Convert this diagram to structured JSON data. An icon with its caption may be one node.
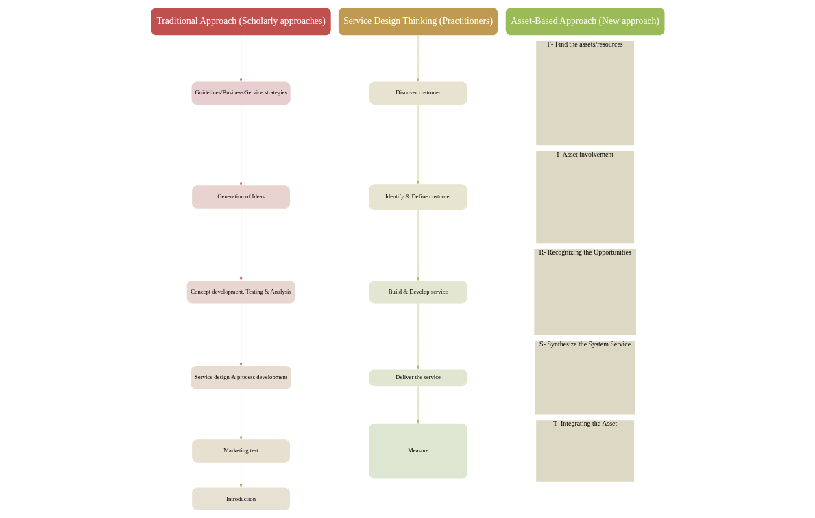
{
  "diagram": {
    "nodes": [
      {
        "text": [
          "Traditional Approach (Scholarly approaches)"
        ]
      },
      {
        "text": [
          "Guidelines/Business/Service strategies"
        ]
      },
      {
        "text": [
          "Generation of Ideas"
        ]
      },
      {
        "text": [
          "Concept development, Testing & Analysis"
        ]
      },
      {
        "text": [
          "Service design & process development"
        ]
      },
      {
        "text": [
          "Marketing test"
        ]
      },
      {
        "text": [
          "Introduction"
        ]
      },
      {
        "text": [
          "Service Design Thinking (Practitioners)"
        ]
      },
      {
        "text": [
          "Discover customer"
        ]
      },
      {
        "text": [
          "Identify & Define customer"
        ]
      },
      {
        "text": [
          "Build & Develop service"
        ]
      },
      {
        "text": [
          "Deliver the service"
        ]
      },
      {
        "text": [
          "Measure"
        ]
      },
      {
        "text": [
          "Asset-Based Approach (New approach)"
        ]
      },
      {
        "text": [
          "F- Find the assets/resources"
        ]
      },
      {
        "text": [
          "I- Asset involvement"
        ]
      },
      {
        "text": [
          "R- Recognizing the Opportunities"
        ]
      },
      {
        "text": [
          "S- Synthesize the System Service"
        ]
      },
      {
        "text": [
          "T- Integrating the Asset"
        ]
      }
    ],
    "edges": [
      {
        "from": 0,
        "to": 1,
        "arrow": "to",
        "color": "#c0504d"
      },
      {
        "from": 1,
        "to": 2,
        "arrow": "to",
        "color": "#c0504d"
      },
      {
        "from": 2,
        "to": 3,
        "arrow": "to",
        "color": "#c0604d"
      },
      {
        "from": 3,
        "to": 4,
        "arrow": "to",
        "color": "#c07050"
      },
      {
        "from": 4,
        "to": 5,
        "arrow": "to",
        "color": "#c08a50"
      },
      {
        "from": 5,
        "to": 6,
        "arrow": "to",
        "color": "#c09a50"
      },
      {
        "from": 7,
        "to": 8,
        "arrow": "to",
        "color": "#b8b050"
      },
      {
        "from": 8,
        "to": 9,
        "arrow": "to",
        "color": "#b0b450"
      },
      {
        "from": 9,
        "to": 10,
        "arrow": "to",
        "color": "#a8b855"
      },
      {
        "from": 10,
        "to": 11,
        "arrow": "to",
        "color": "#a0ba58"
      },
      {
        "from": 11,
        "to": 12,
        "arrow": "to",
        "color": "#9bbb59"
      }
    ]
  }
}
